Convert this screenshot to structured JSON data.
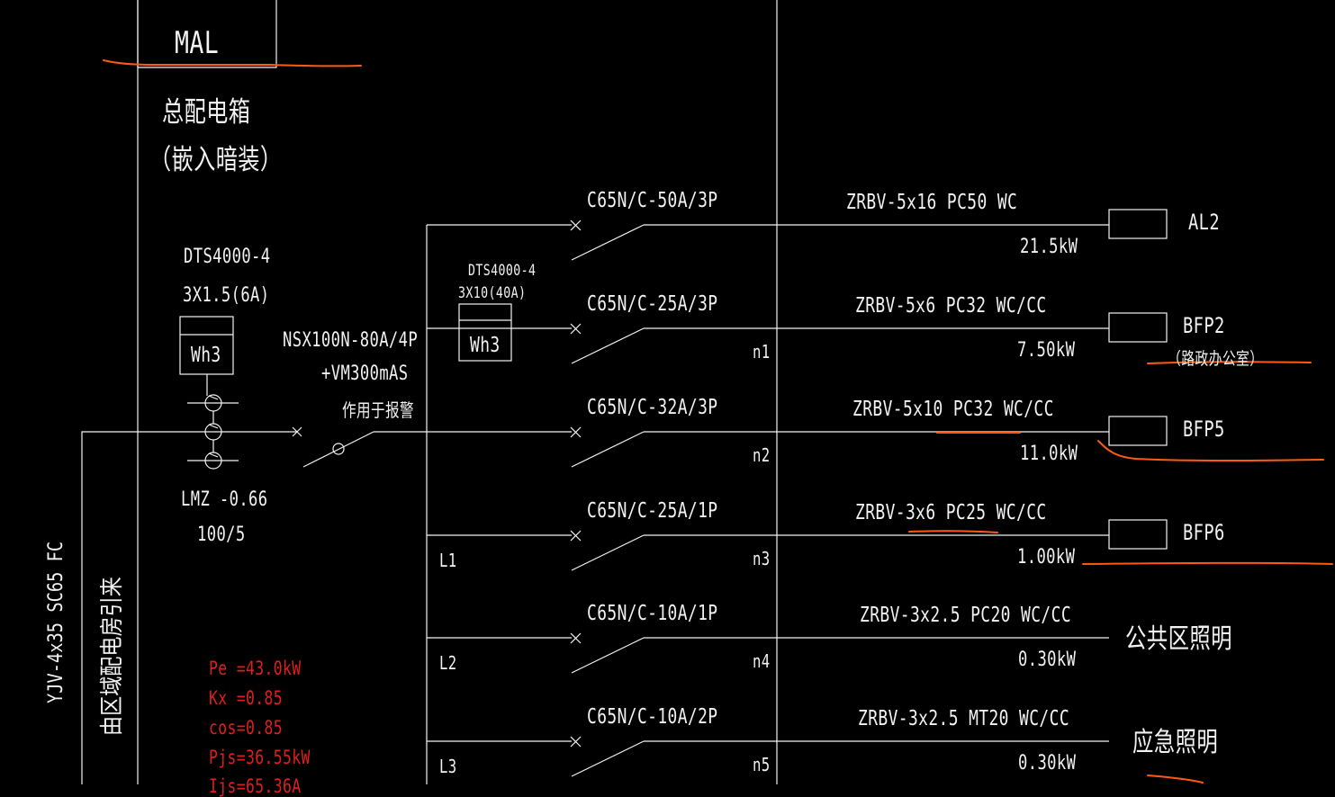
{
  "panel": {
    "name": "MAL",
    "title": "总配电箱",
    "install": "（嵌入暗装）",
    "incoming_cable": "YJV-4x35 SC65 FC",
    "incoming_source": "由区域配电房引来"
  },
  "main_meter": {
    "model": "DTS4000-4",
    "spec": "3X1.5(6A)",
    "symbol": "Wh3"
  },
  "ct": {
    "model": "LMZ -0.66",
    "ratio": "100/5"
  },
  "main_breaker": {
    "model": "NSX100N-80A/4P",
    "rcd": "+VM300mAS",
    "note": "作用于报警"
  },
  "sub_meter": {
    "model": "DTS4000-4",
    "spec": "3X10(40A)",
    "symbol": "Wh3"
  },
  "calc": {
    "pe": "Pe =43.0kW",
    "kx": "Kx =0.85",
    "cos": "cos=0.85",
    "pjs": "Pjs=36.55kW",
    "ijs": "Ijs=65.36A"
  },
  "circuits": [
    {
      "breaker": "C65N/C-50A/3P",
      "cable": "ZRBV-5x16  PC50 WC",
      "power": "21.5kW",
      "circuit_no": "",
      "phase": "",
      "dest": "AL2",
      "dest_note": ""
    },
    {
      "breaker": "C65N/C-25A/3P",
      "cable": "ZRBV-5x6 PC32 WC/CC",
      "power": "7.50kW",
      "circuit_no": "n1",
      "phase": "",
      "dest": "BFP2",
      "dest_note": "（路政办公室）"
    },
    {
      "breaker": "C65N/C-32A/3P",
      "cable": "ZRBV-5x10 PC32 WC/CC",
      "power": "11.0kW",
      "circuit_no": "n2",
      "phase": "",
      "dest": "BFP5",
      "dest_note": ""
    },
    {
      "breaker": "C65N/C-25A/1P",
      "cable": "ZRBV-3x6 PC25 WC/CC",
      "power": "1.00kW",
      "circuit_no": "n3",
      "phase": "L1",
      "dest": "BFP6",
      "dest_note": ""
    },
    {
      "breaker": "C65N/C-10A/1P",
      "cable": "ZRBV-3x2.5 PC20 WC/CC",
      "power": "0.30kW",
      "circuit_no": "n4",
      "phase": "L2",
      "dest": "公共区照明",
      "dest_note": ""
    },
    {
      "breaker": "C65N/C-10A/2P",
      "cable": "ZRBV-3x2.5 MT20 WC/CC",
      "power": "0.30kW",
      "circuit_no": "n5",
      "phase": "L3",
      "dest": "应急照明",
      "dest_note": ""
    }
  ],
  "colors": {
    "background": "#000000",
    "line": "#f2f2f2",
    "calc_text": "#e01e1e",
    "markup": "#ff5a14"
  }
}
